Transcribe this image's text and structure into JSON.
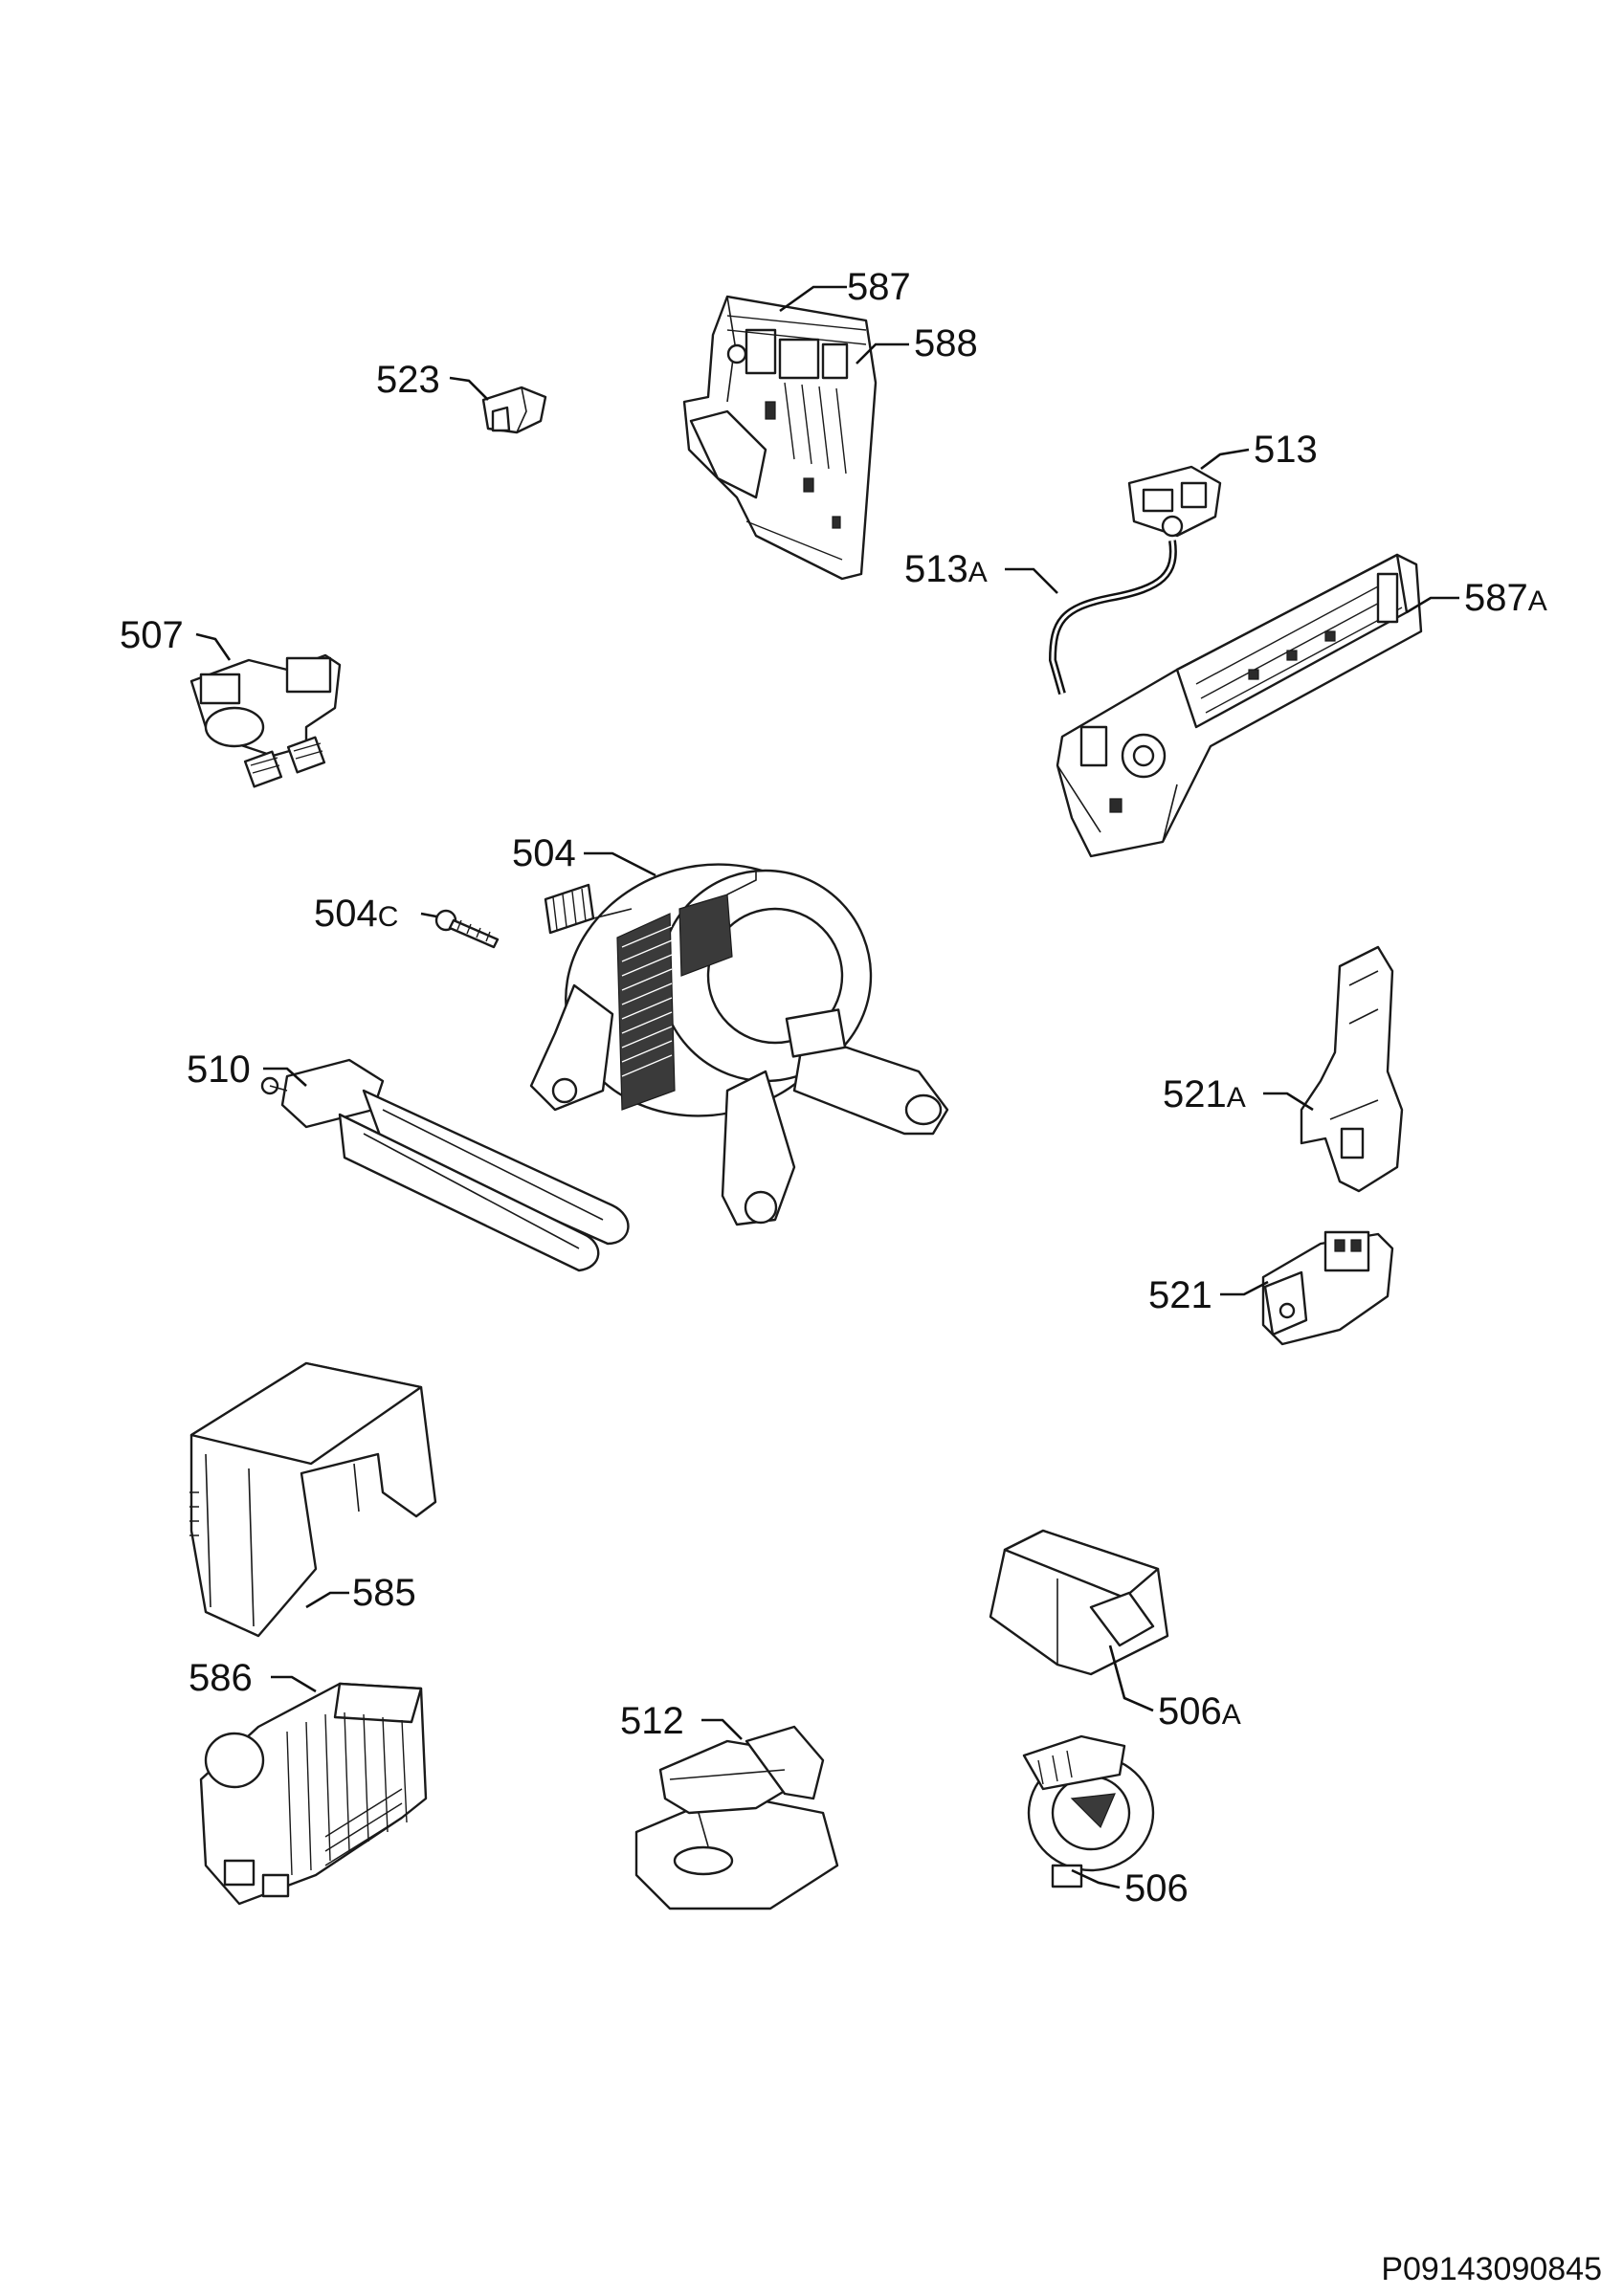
{
  "diagram": {
    "reference_code": "P09143090845",
    "parts": [
      {
        "id": "587",
        "number": "587",
        "suffix": ""
      },
      {
        "id": "588",
        "number": "588",
        "suffix": ""
      },
      {
        "id": "523",
        "number": "523",
        "suffix": ""
      },
      {
        "id": "513",
        "number": "513",
        "suffix": ""
      },
      {
        "id": "513a",
        "number": "513",
        "suffix": "A"
      },
      {
        "id": "587a",
        "number": "587",
        "suffix": "A"
      },
      {
        "id": "507",
        "number": "507",
        "suffix": ""
      },
      {
        "id": "504",
        "number": "504",
        "suffix": ""
      },
      {
        "id": "504c",
        "number": "504",
        "suffix": "C"
      },
      {
        "id": "510",
        "number": "510",
        "suffix": ""
      },
      {
        "id": "521a",
        "number": "521",
        "suffix": "A"
      },
      {
        "id": "521",
        "number": "521",
        "suffix": ""
      },
      {
        "id": "585",
        "number": "585",
        "suffix": ""
      },
      {
        "id": "586",
        "number": "586",
        "suffix": ""
      },
      {
        "id": "512",
        "number": "512",
        "suffix": ""
      },
      {
        "id": "506a",
        "number": "506",
        "suffix": "A"
      },
      {
        "id": "506",
        "number": "506",
        "suffix": ""
      }
    ]
  }
}
